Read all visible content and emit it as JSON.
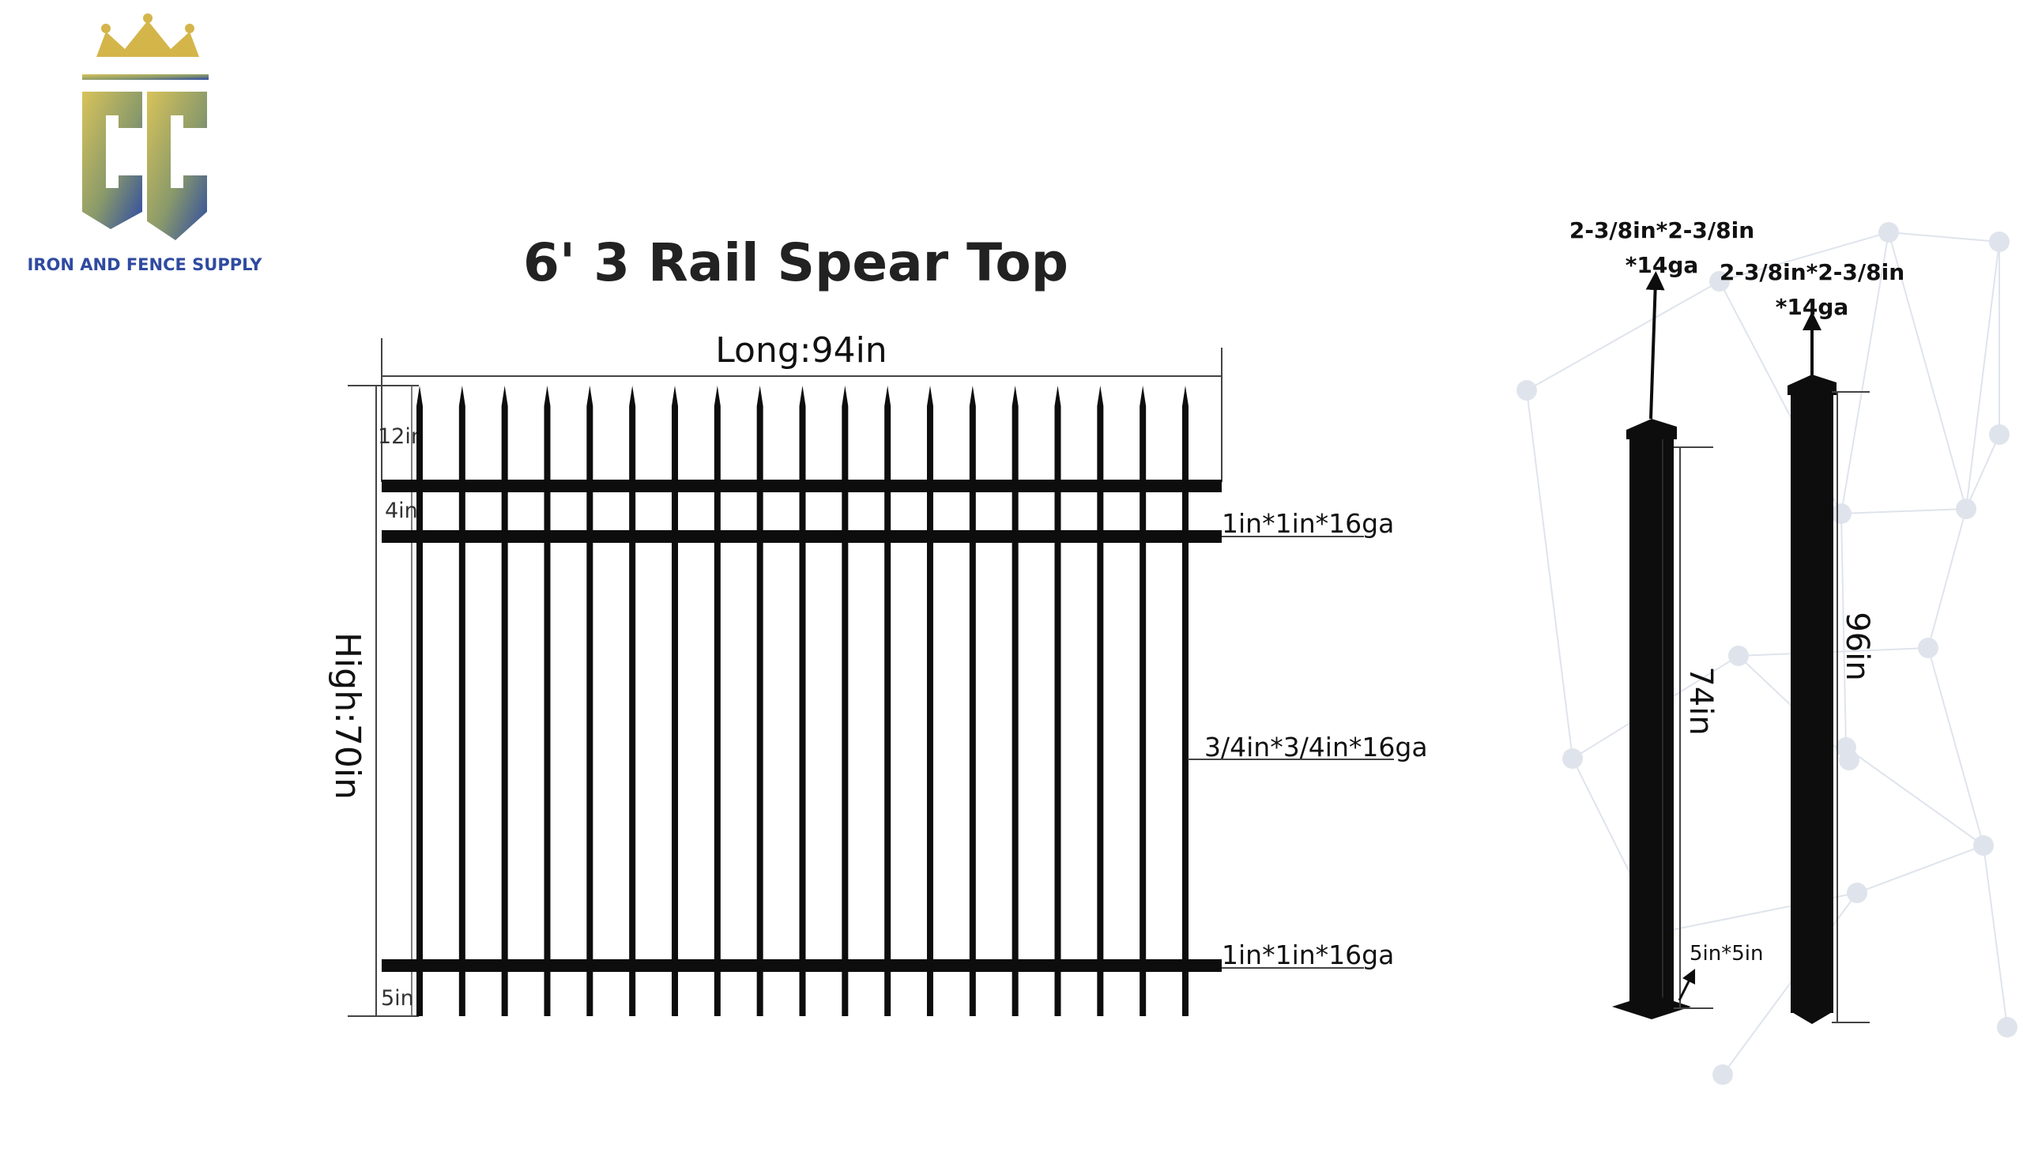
{
  "brand": {
    "logo_letters": "CC",
    "name": "IRON AND FENCE SUPPLY",
    "colors": {
      "crown": "#d4b54a",
      "gold": "#c9b24f",
      "blue": "#2f4aa0"
    }
  },
  "title": "6' 3 Rail Spear Top",
  "panel": {
    "long_label": "Long:94in",
    "high_label": "High:70in",
    "dim_top": "12in",
    "dim_rail_gap": "4in",
    "dim_bottom": "5in",
    "top_rail_spec": "1in*1in*16ga",
    "picket_spec": "3/4in*3/4in*16ga",
    "bottom_rail_spec": "1in*1in*16ga",
    "picket_count": 19,
    "rail_count": 3
  },
  "post_with_plate": {
    "spec_line1": "2-3/8in*2-3/8in",
    "spec_line2": "*14ga",
    "height_label": "74in",
    "plate_label": "5in*5in"
  },
  "post_plain": {
    "spec_line1": "2-3/8in*2-3/8in",
    "spec_line2": "*14ga",
    "height_label": "96in"
  },
  "colors": {
    "metal": "#0d0d0d",
    "dim_line": "#444444",
    "network": "#dfe4ec"
  }
}
